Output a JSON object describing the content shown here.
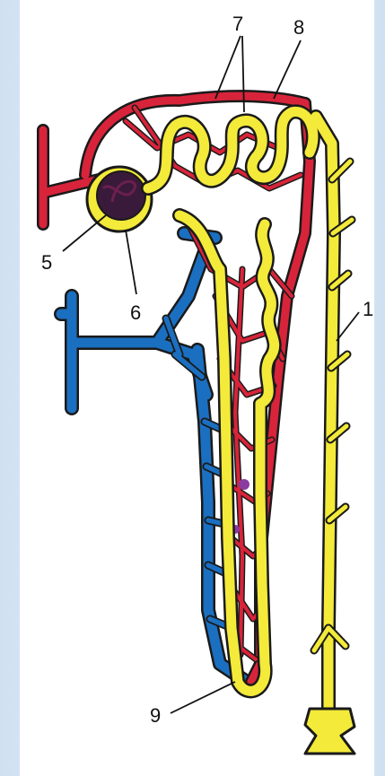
{
  "labels": {
    "l1": "1",
    "l5": "5",
    "l6": "6",
    "l7": "7",
    "l8": "8",
    "l9": "9"
  },
  "colors": {
    "background": "#dfe9f5",
    "panel": "#ffffff",
    "arterial": "#d8243a",
    "venous": "#1b6fc0",
    "tubule": "#f3ea3a",
    "outline": "#1a1a1a",
    "glomerulus": "#3a1a3a"
  }
}
